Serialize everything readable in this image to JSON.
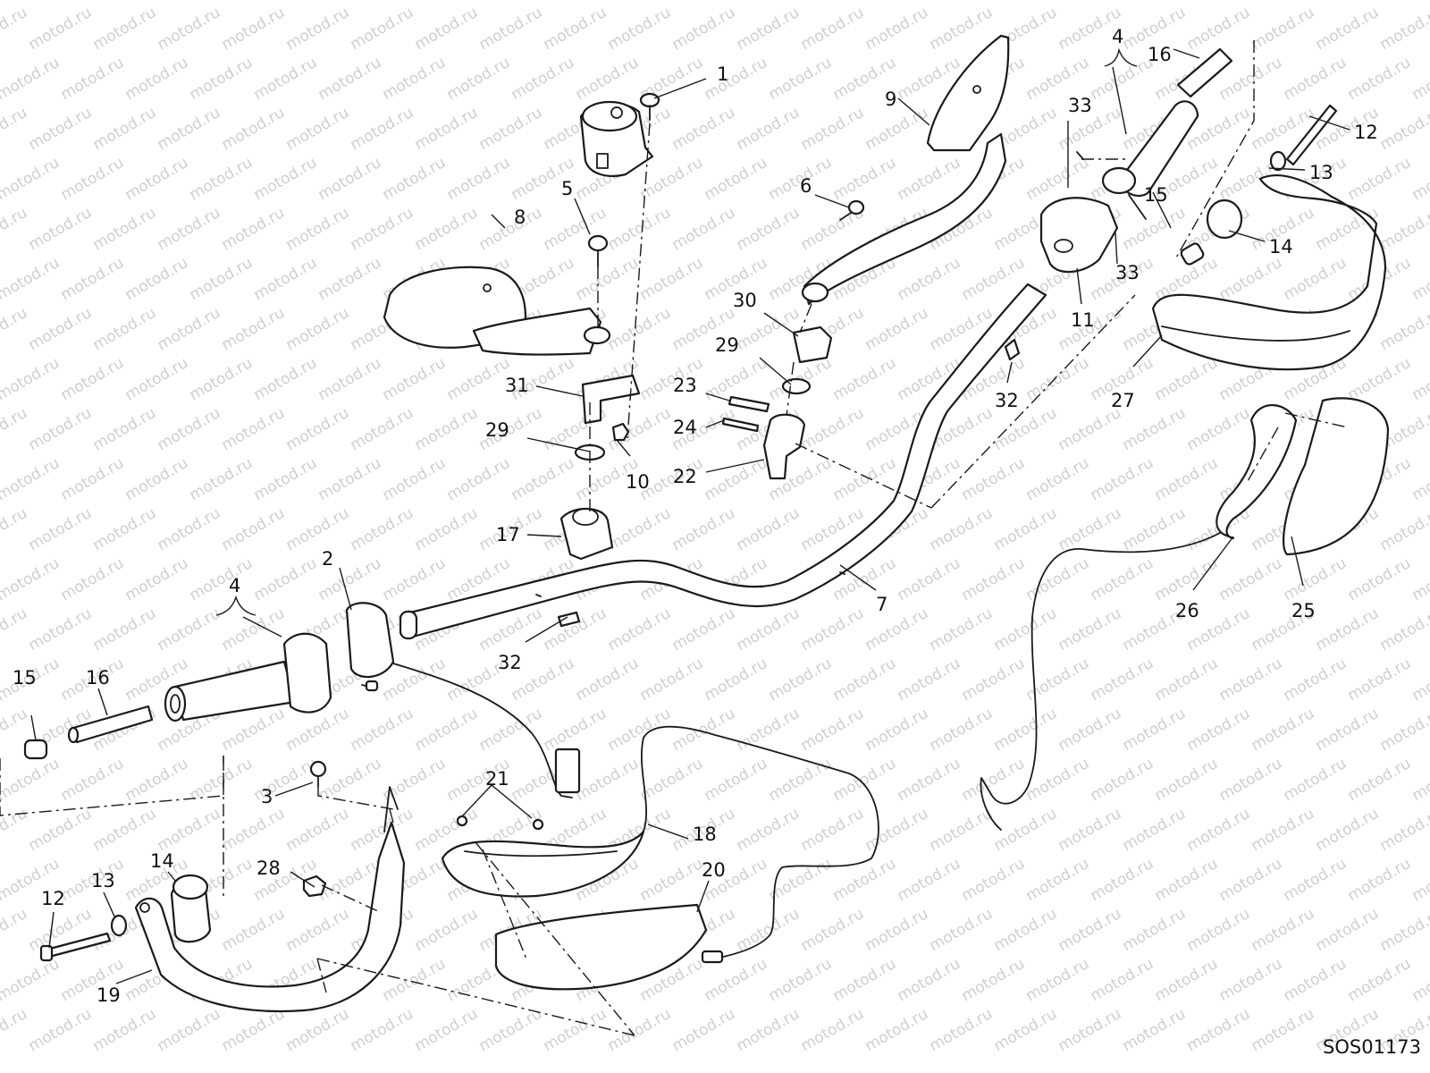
{
  "watermark": "motod.ru",
  "drawing_code": "SOS01173",
  "colors": {
    "line": "#1a1a1a",
    "watermark": "#cfcfcf",
    "background": "#ffffff"
  },
  "callouts": [
    "1",
    "2",
    "3",
    "4",
    "4",
    "5",
    "6",
    "7",
    "8",
    "9",
    "10",
    "11",
    "12",
    "12",
    "13",
    "13",
    "14",
    "14",
    "15",
    "15",
    "16",
    "16",
    "17",
    "18",
    "19",
    "20",
    "21",
    "22",
    "23",
    "24",
    "25",
    "26",
    "27",
    "28",
    "29",
    "29",
    "30",
    "31",
    "32",
    "32",
    "33",
    "33"
  ]
}
